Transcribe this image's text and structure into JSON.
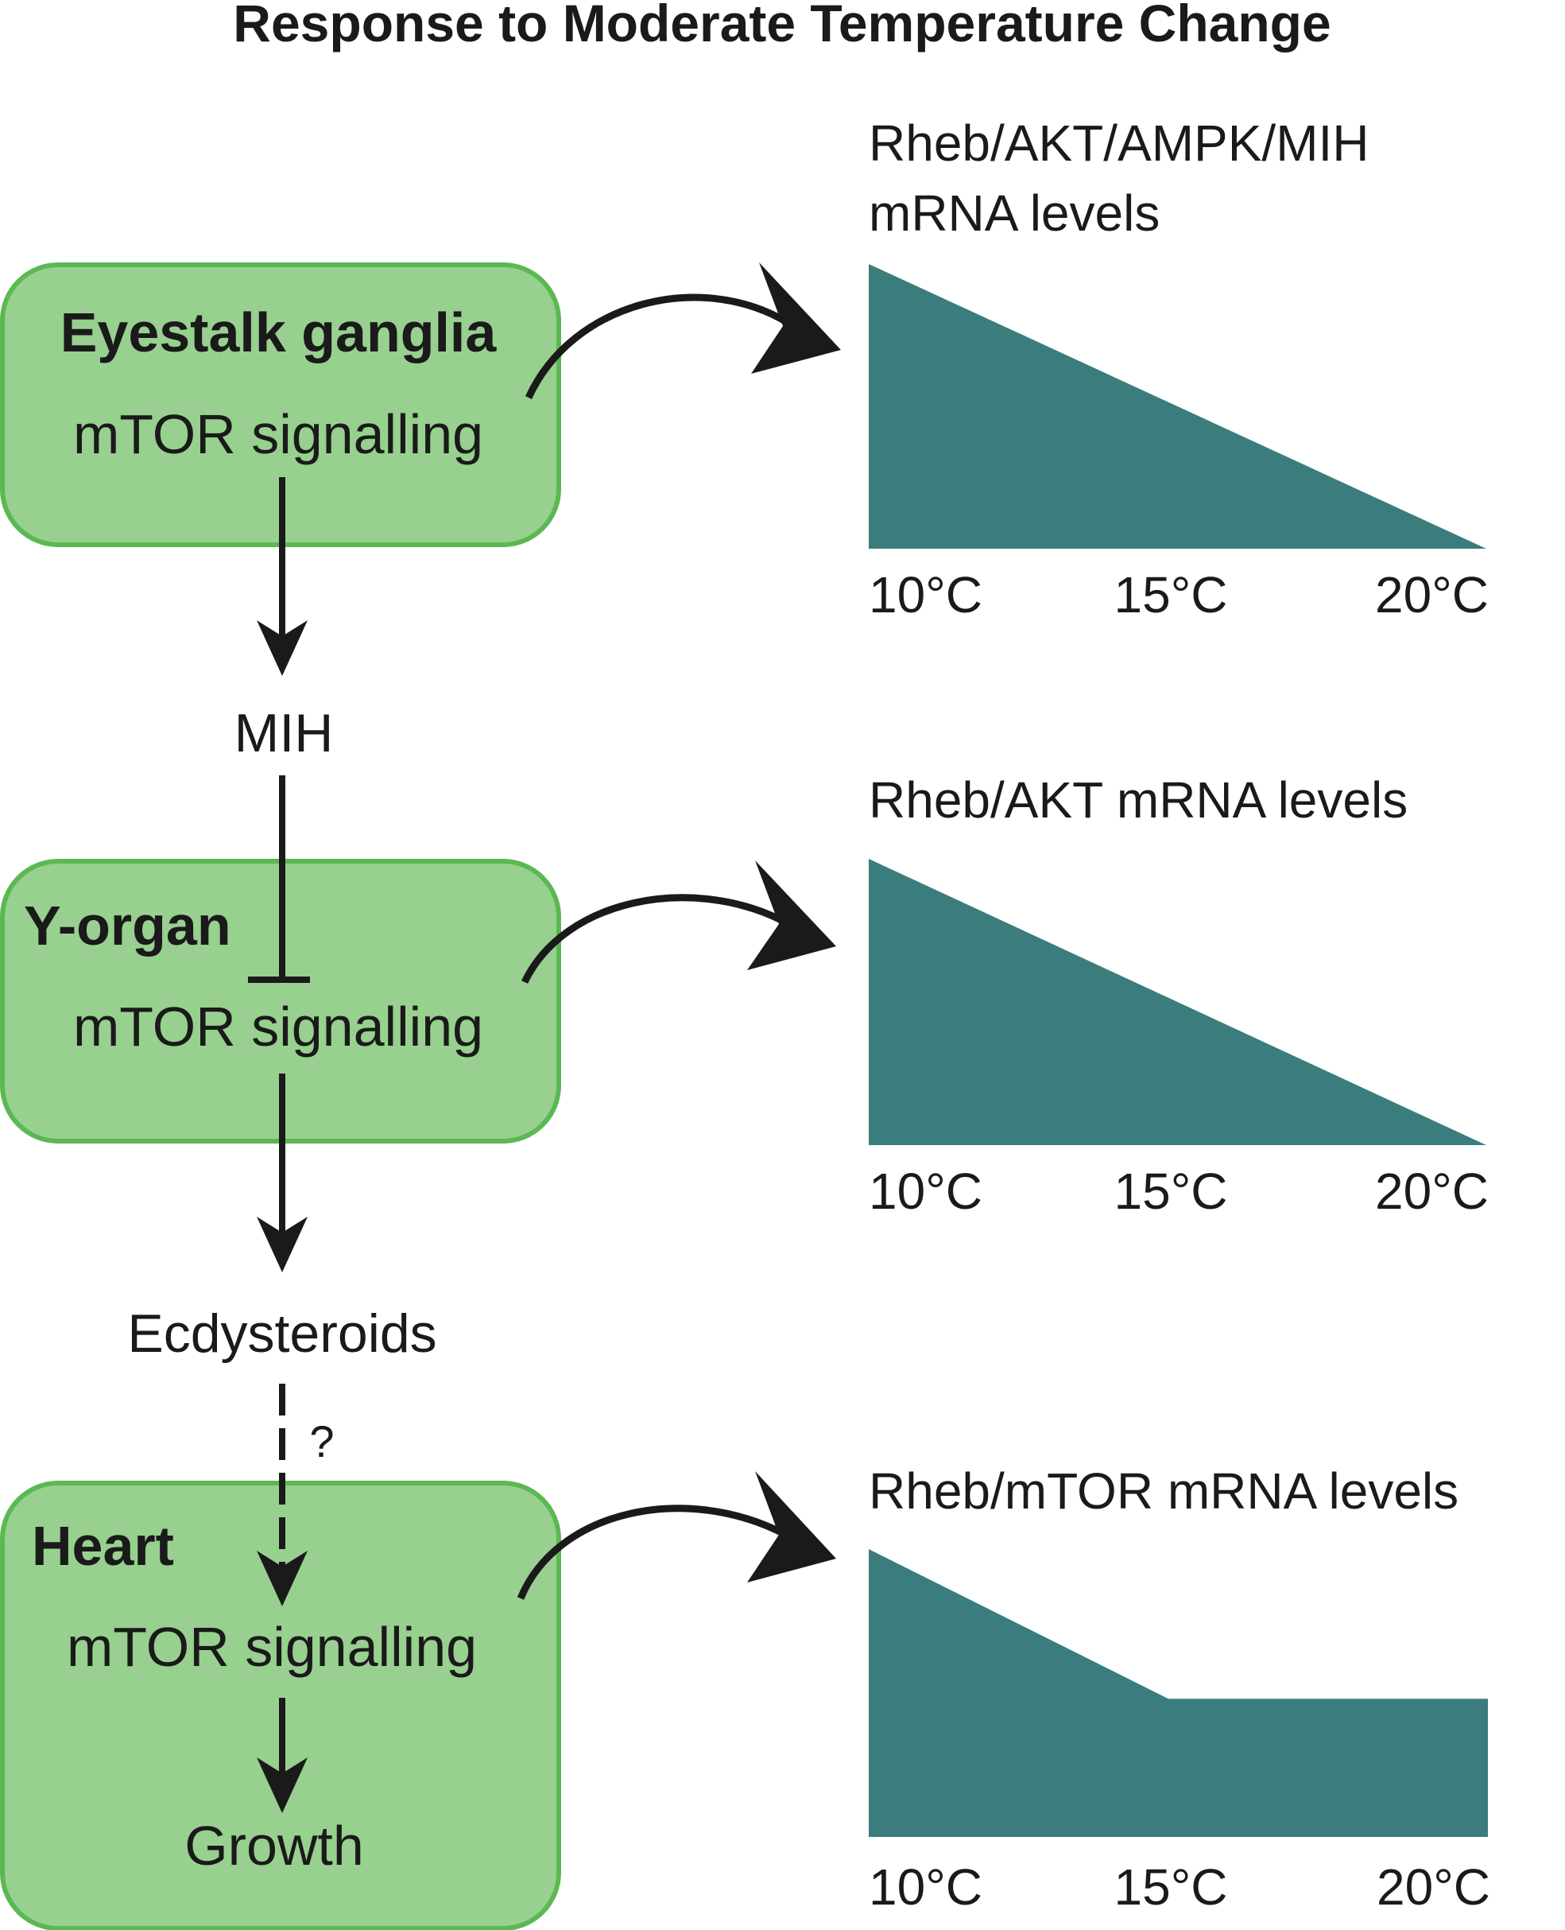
{
  "title": "Response to Moderate Temperature Change",
  "colors": {
    "box_fill": "#98d08f",
    "box_border": "#5bb852",
    "area_fill": "#3b7d7d",
    "ink": "#1a1a1a"
  },
  "boxes": [
    {
      "title": "Eyestalk ganglia",
      "lines": [
        "mTOR signalling"
      ]
    },
    {
      "title": "Y-organ",
      "lines": [
        "mTOR signalling"
      ]
    },
    {
      "title": "Heart",
      "lines": [
        "mTOR signalling",
        "Growth"
      ]
    }
  ],
  "flow": {
    "mih_label": "MIH",
    "ecdysteroids_label": "Ecdysteroids",
    "question_mark": "?"
  },
  "chart_data": [
    {
      "type": "area",
      "title_lines": [
        "Rheb/AKT/AMPK/MIH",
        "mRNA levels"
      ],
      "x": [
        "10°C",
        "15°C",
        "20°C"
      ],
      "values": [
        1.0,
        0.5,
        0.0
      ]
    },
    {
      "type": "area",
      "title_lines": [
        "Rheb/AKT mRNA levels"
      ],
      "x": [
        "10°C",
        "15°C",
        "20°C"
      ],
      "values": [
        1.0,
        0.5,
        0.0
      ]
    },
    {
      "type": "area",
      "title_lines": [
        "Rheb/mTOR mRNA levels"
      ],
      "x": [
        "10°C",
        "15°C",
        "20°C"
      ],
      "values": [
        1.0,
        0.48,
        0.48
      ]
    }
  ]
}
